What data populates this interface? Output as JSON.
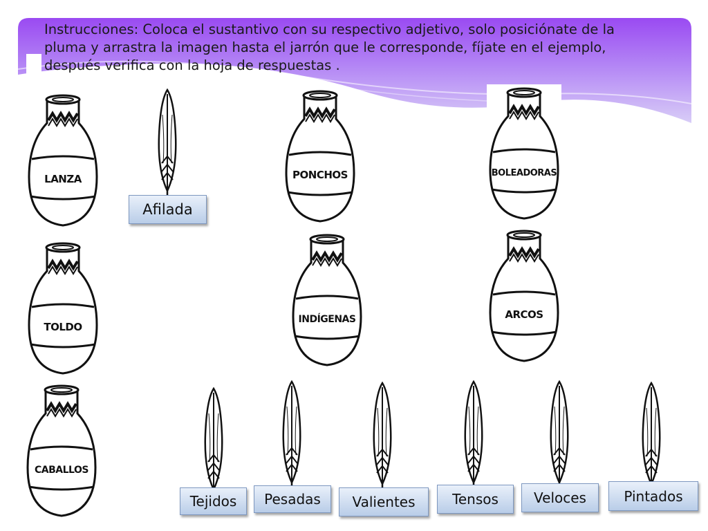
{
  "instructions": "Instrucciones: Coloca  el sustantivo con su respectivo adjetivo, solo posiciónate de la pluma y arrastra la imagen hasta el jarrón que le corresponde, fíjate en el ejemplo,  después verifica con la hoja de respuestas .",
  "jars": {
    "lanza": "LANZA",
    "ponchos": "PONCHOS",
    "boleadoras": "BOLEADORAS",
    "toldo": "TOLDO",
    "indigenas": "INDÍGENAS",
    "arcos": "ARCOS",
    "caballos": "CABALLOS"
  },
  "adjectives": {
    "afilada": "Afilada",
    "tejidos": "Tejidos",
    "pesadas": "Pesadas",
    "valientes": "Valientes",
    "tensos": "Tensos",
    "veloces": "Veloces",
    "pintados": "Pintados"
  },
  "colors": {
    "banner_light": "#c9b7f5",
    "banner_dark": "#8c3cf0",
    "card_top": "#e9f0fa",
    "card_bottom": "#b9cde8"
  }
}
